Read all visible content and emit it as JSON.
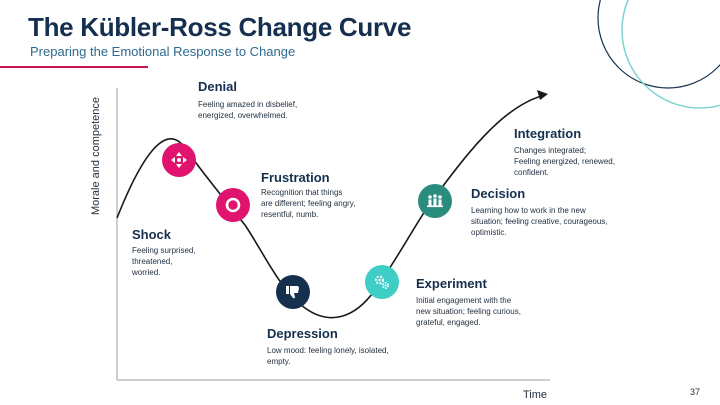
{
  "slide": {
    "title": "The Kübler-Ross Change Curve",
    "subtitle": "Preparing the Emotional Response to Change",
    "page_number": "37"
  },
  "axes": {
    "y_label": "Morale and competence",
    "x_label": "Time"
  },
  "colors": {
    "title": "#15304f",
    "subtitle": "#2e6a8f",
    "accent_red": "#c8154d",
    "magenta": "#e0146e",
    "navy": "#15304f",
    "teal_green": "#2a8c7c",
    "turquoise": "#3ecec6",
    "curve": "#1a1a1a"
  },
  "stages": [
    {
      "name": "Shock",
      "description": [
        "Feeling surprised,",
        "threatened,",
        "worried."
      ]
    },
    {
      "name": "Denial",
      "description": [
        "Feeling amazed in disbelief,",
        "energized, overwhelmed."
      ],
      "icon": "arrows-move-icon"
    },
    {
      "name": "Frustration",
      "description": [
        "Recognition that things",
        "are different; feeling angry,",
        "resentful, numb."
      ],
      "icon": "ring-icon"
    },
    {
      "name": "Depression",
      "description": [
        "Low mood: feeling lonely, isolated,",
        "empty."
      ],
      "icon": "thumbs-down-icon"
    },
    {
      "name": "Experiment",
      "description": [
        "Initial engagement with the",
        "new situation; feeling curious,",
        "grateful, engaged."
      ],
      "icon": "gears-icon"
    },
    {
      "name": "Decision",
      "description": [
        "Learning how to work in the new",
        "situation; feeling creative, courageous,",
        "optimistic."
      ],
      "icon": "team-icon"
    },
    {
      "name": "Integration",
      "description": [
        "Changes integrated;",
        "Feeling energized, renewed,",
        "confident."
      ]
    }
  ]
}
